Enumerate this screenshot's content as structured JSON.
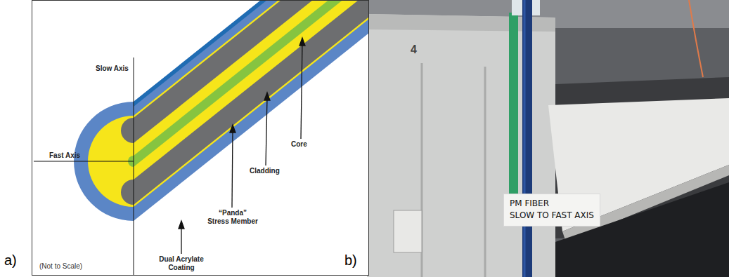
{
  "diagram": {
    "nodes": [
      {
        "text": [
          "PM FIBER",
          "SLOW TO FAST AXIS"
        ]
      }
    ],
    "labels": [
      "a)",
      "b)",
      "Slow Axis",
      "Fast Axis",
      "Core",
      "Cladding",
      "“Panda” Stress Member",
      "Dual Acrylate Coating",
      "(Not to Scale)",
      "4"
    ]
  }
}
